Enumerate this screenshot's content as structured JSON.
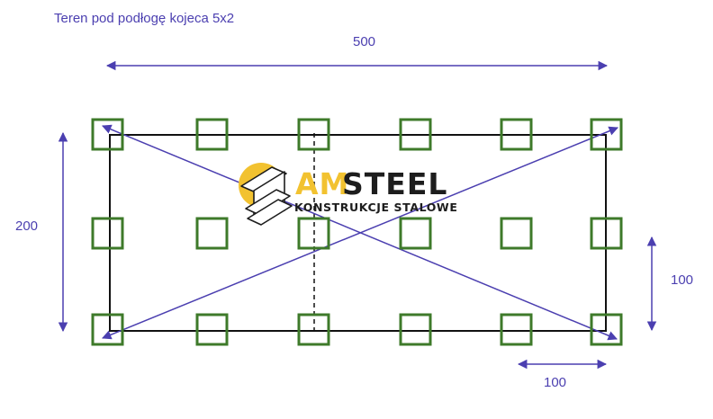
{
  "title": "Teren pod podłogę  kojeca 5x2",
  "dimensions": {
    "top": "500",
    "left": "200",
    "right": "100",
    "bottom": "100"
  },
  "logo": {
    "brand_accent": "AM",
    "brand_main": "STEEL",
    "tagline": "KONSTRUKCJE STALOWE"
  },
  "colors": {
    "annotation": "#4b3fb0",
    "pad": "#3e7a2a",
    "outline": "#111111",
    "logo_yellow": "#f2c230"
  },
  "grid": {
    "columns": 6,
    "rows": 3
  }
}
